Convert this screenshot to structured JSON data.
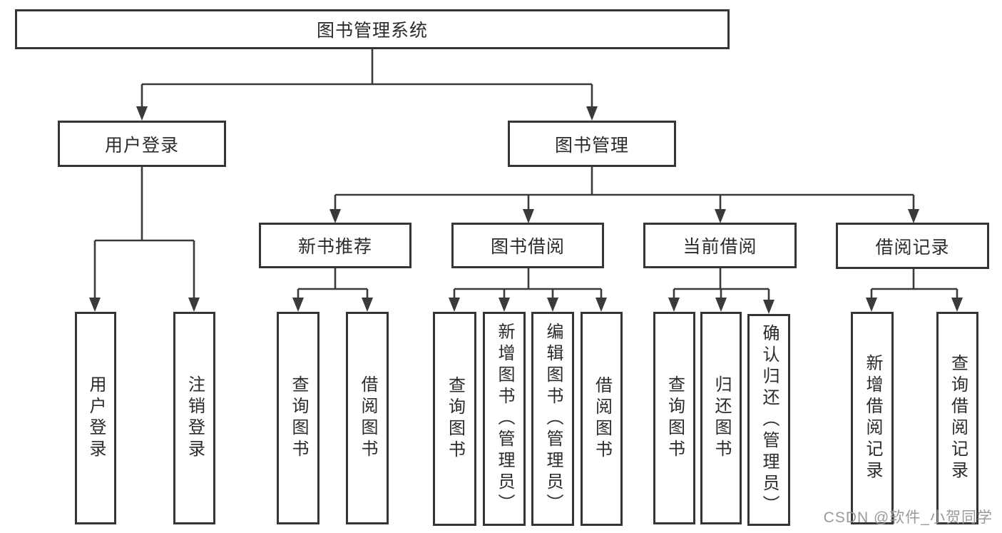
{
  "diagram": {
    "root": {
      "label": "图书管理系统"
    },
    "level2": [
      {
        "label": "用户登录"
      },
      {
        "label": "图书管理"
      }
    ],
    "level3": [
      {
        "label": "新书推荐"
      },
      {
        "label": "图书借阅"
      },
      {
        "label": "当前借阅"
      },
      {
        "label": "借阅记录"
      }
    ],
    "leaves": {
      "user_login": [
        {
          "label": "用户登录"
        },
        {
          "label": "注销登录"
        }
      ],
      "new_books": [
        {
          "label": "查询图书"
        },
        {
          "label": "借阅图书"
        }
      ],
      "book_borrow": [
        {
          "label": "查询图书"
        },
        {
          "label": "新增图书（管理员）"
        },
        {
          "label": "编辑图书（管理员）"
        },
        {
          "label": "借阅图书"
        }
      ],
      "current_borrow": [
        {
          "label": "查询图书"
        },
        {
          "label": "归还图书"
        },
        {
          "label": "确认归还（管理员）"
        }
      ],
      "borrow_records": [
        {
          "label": "新增借阅记录"
        },
        {
          "label": "查询借阅记录"
        }
      ]
    }
  },
  "watermark": {
    "text": "CSDN @软件_小贺同学",
    "color": "#9a9a9a"
  },
  "colors": {
    "line": "#3a3a3a",
    "box_border": "#363636",
    "box_background": "#ffffff",
    "text": "#2b2b2b",
    "page_background": "#ffffff"
  }
}
